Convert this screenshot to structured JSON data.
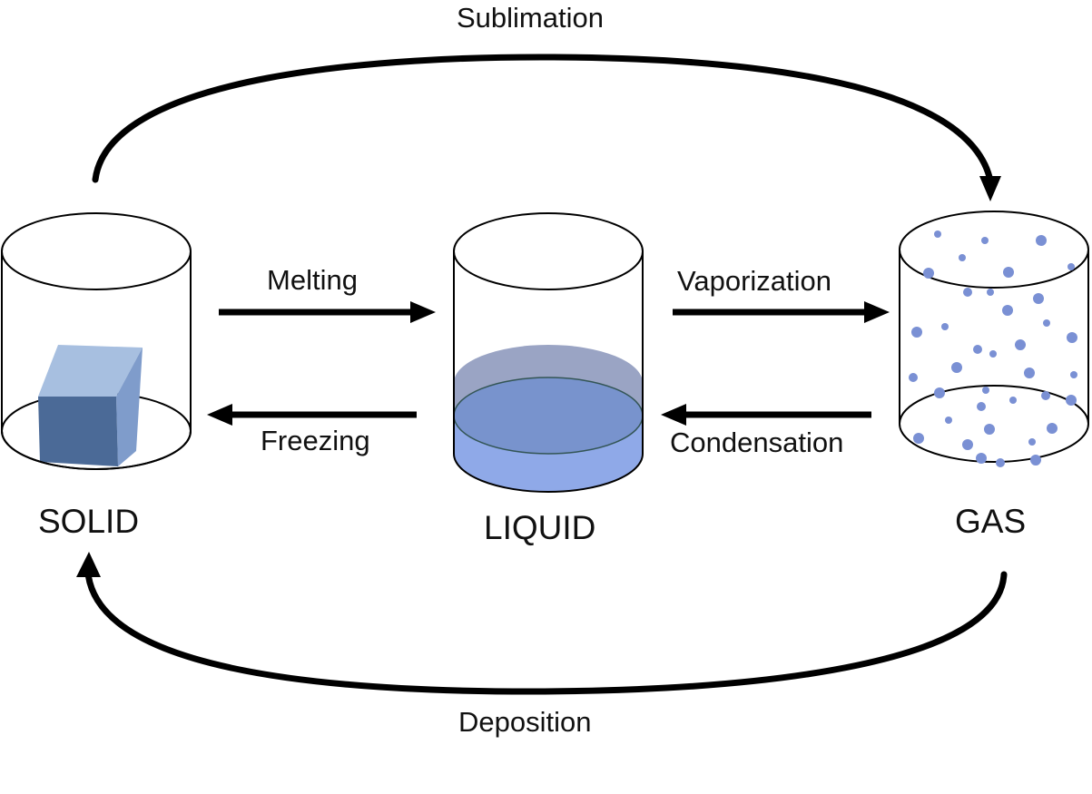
{
  "processes": {
    "sublimation": "Sublimation",
    "melting": "Melting",
    "vaporization": "Vaporization",
    "freezing": "Freezing",
    "condensation": "Condensation",
    "deposition": "Deposition"
  },
  "states": {
    "solid": "SOLID",
    "liquid": "LIQUID",
    "gas": "GAS"
  },
  "colors": {
    "stroke": "#000000",
    "cube_top": "#a7bfe0",
    "cube_front": "#4b6a97",
    "cube_side": "#7f9ccb",
    "liquid_surface": "#7893cd",
    "liquid_back": "#9aa4c4",
    "liquid_body": "#8fa9e8",
    "gas_particle": "#7a90d4"
  }
}
